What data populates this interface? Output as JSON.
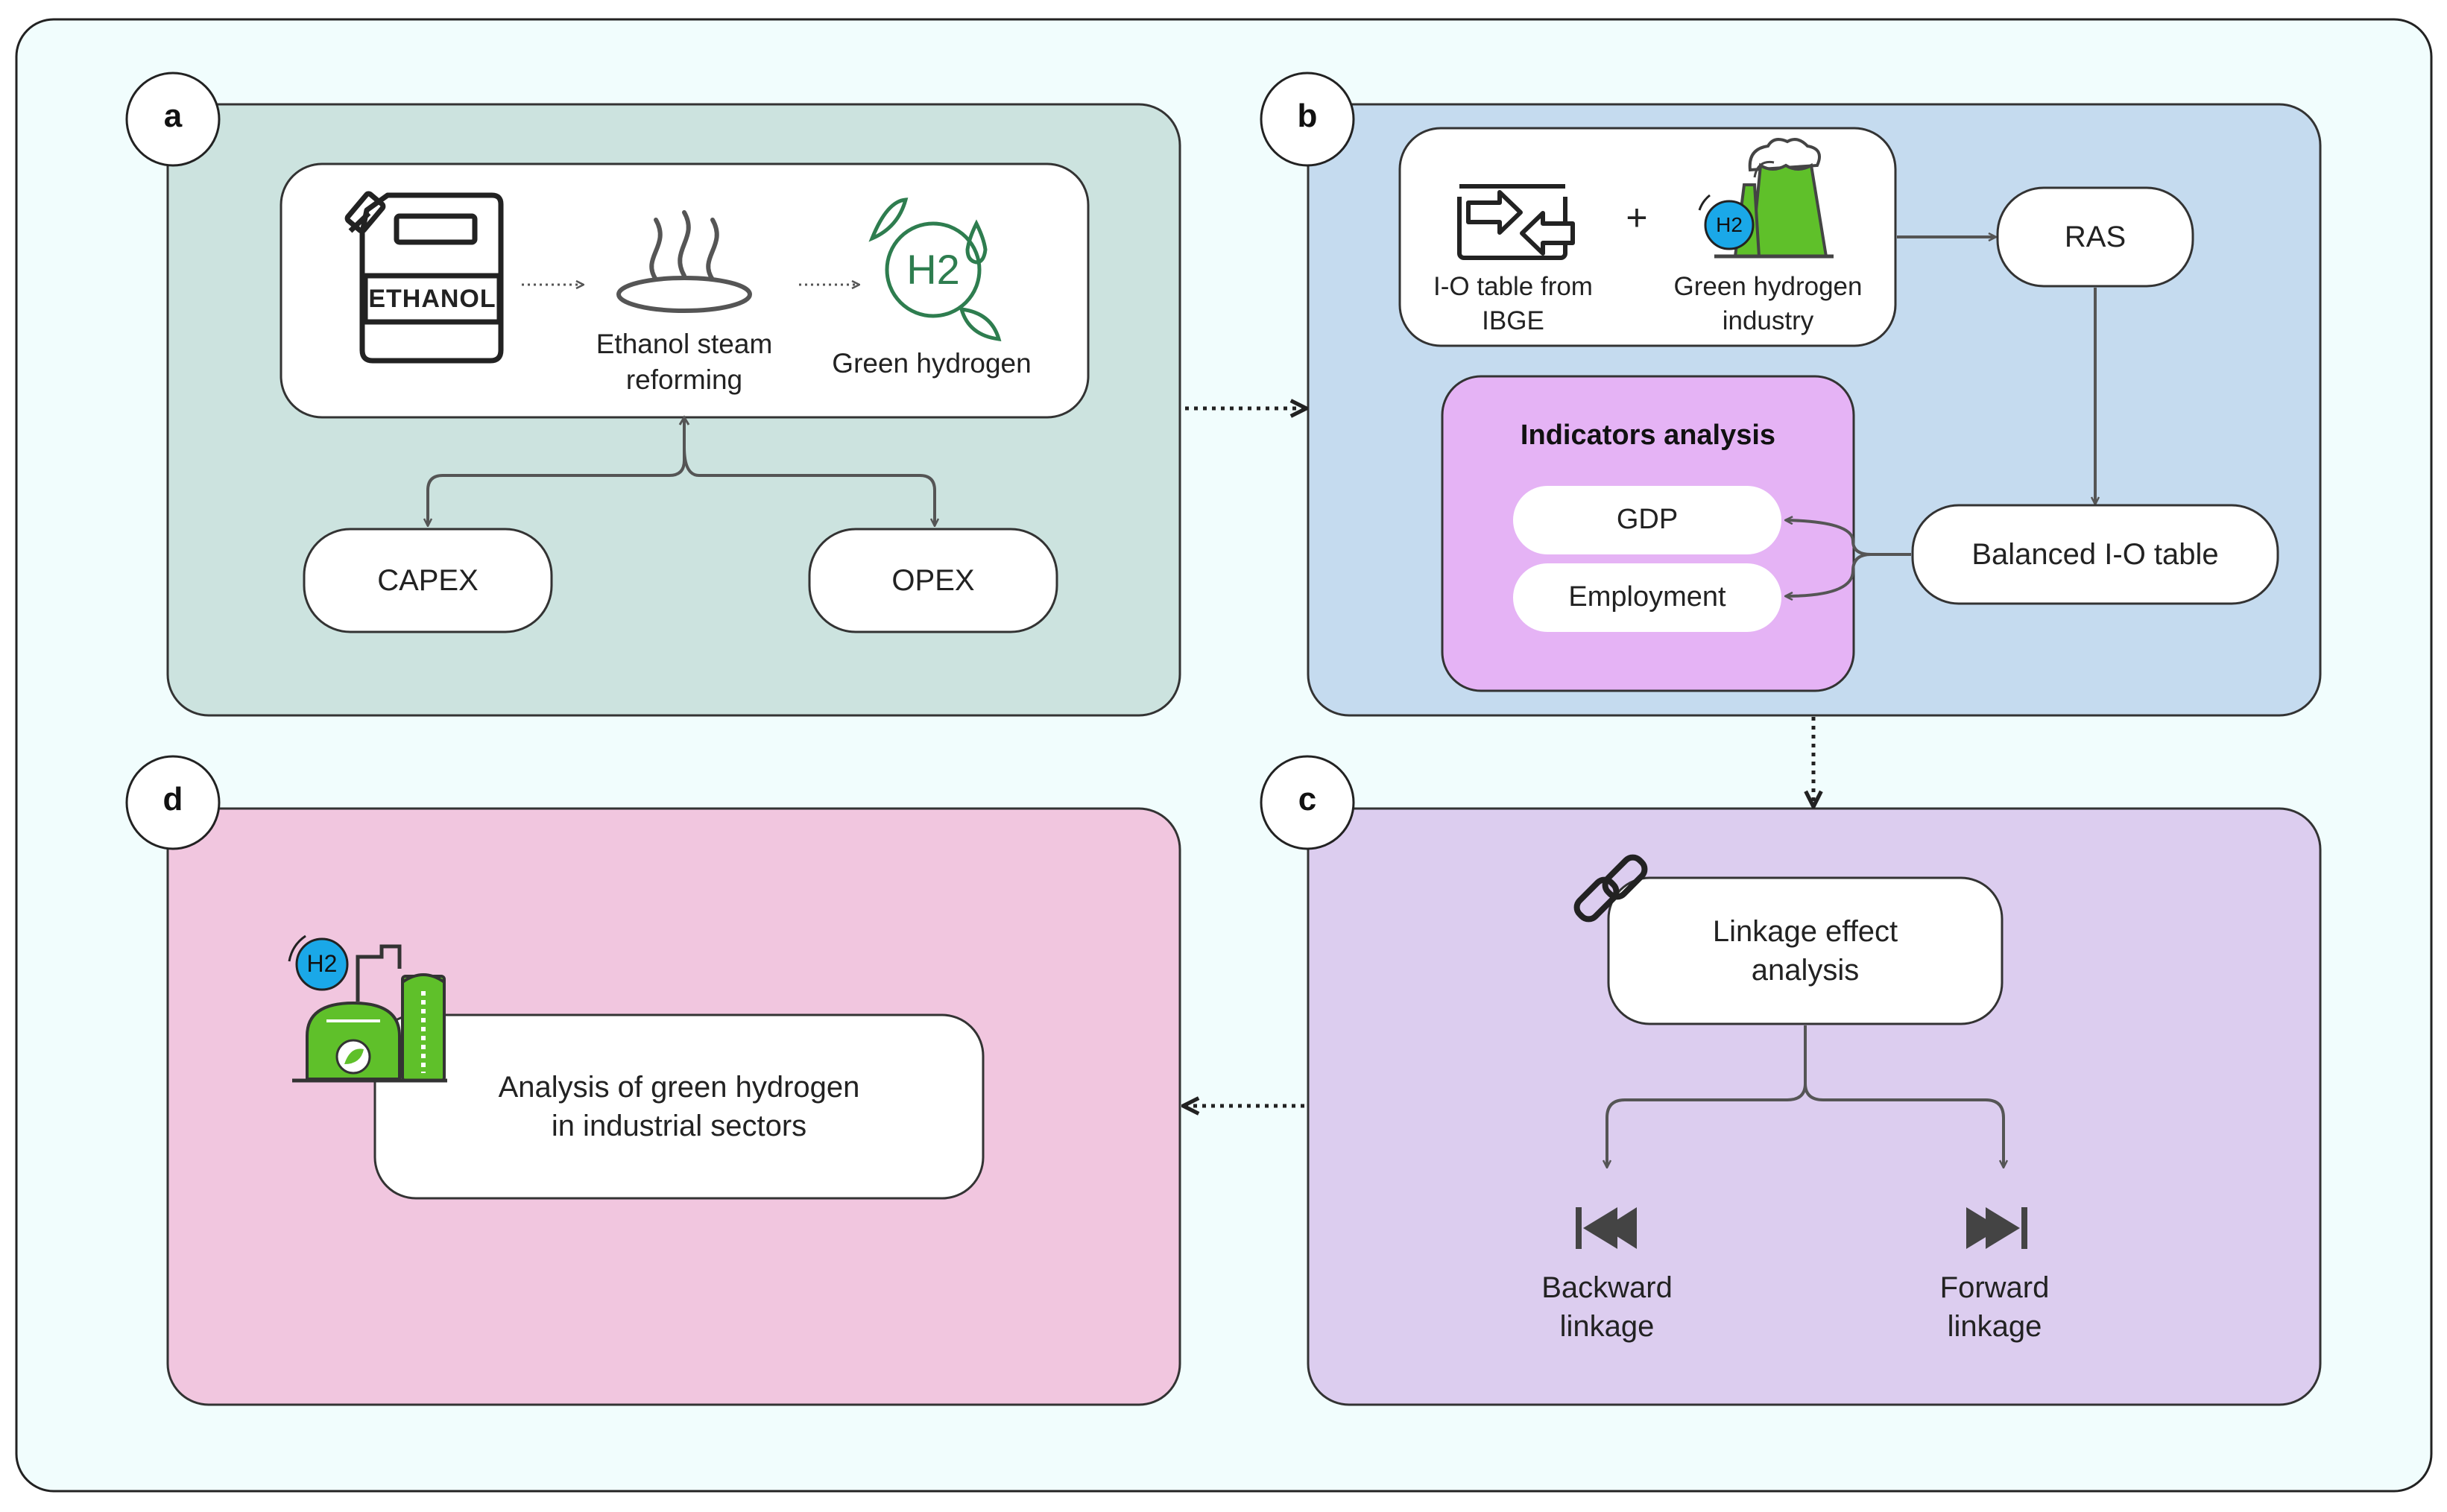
{
  "panels": {
    "a": {
      "badge": "a",
      "ethanol_label": "ETHANOL",
      "step_reforming": "Ethanol steam\nreforming",
      "step_hydrogen": "Green hydrogen",
      "h2_icon_text": "H2",
      "capex": "CAPEX",
      "opex": "OPEX"
    },
    "b": {
      "badge": "b",
      "io_table": "I-O table from\nIBGE",
      "plus": "+",
      "gh_industry": "Green hydrogen\nindustry",
      "ras": "RAS",
      "balanced": "Balanced I-O table",
      "indicators_title": "Indicators analysis",
      "gdp": "GDP",
      "employment": "Employment"
    },
    "c": {
      "badge": "c",
      "linkage": "Linkage effect\nanalysis",
      "backward": "Backward\nlinkage",
      "forward": "Forward\nlinkage"
    },
    "d": {
      "badge": "d",
      "analysis": "Analysis of green hydrogen\nin industrial sectors"
    }
  },
  "colors": {
    "outer_bg": "#f1fdfd",
    "panel_a": "#cce3df",
    "panel_b": "#c5dbef",
    "panel_c": "#dccdef",
    "panel_d": "#f1c6df",
    "indicators_box": "#e5b3f5",
    "green_icon": "#2e7d4f",
    "green_fill": "#5fc02a",
    "h2_blue": "#1aa8e8",
    "line": "#555555"
  },
  "icons": [
    "ethanol-can-icon",
    "steam-icon",
    "h2-leaf-icon",
    "io-table-icon",
    "factory-icon",
    "chain-link-icon",
    "rewind-icon",
    "fast-forward-icon",
    "biogas-plant-icon"
  ]
}
